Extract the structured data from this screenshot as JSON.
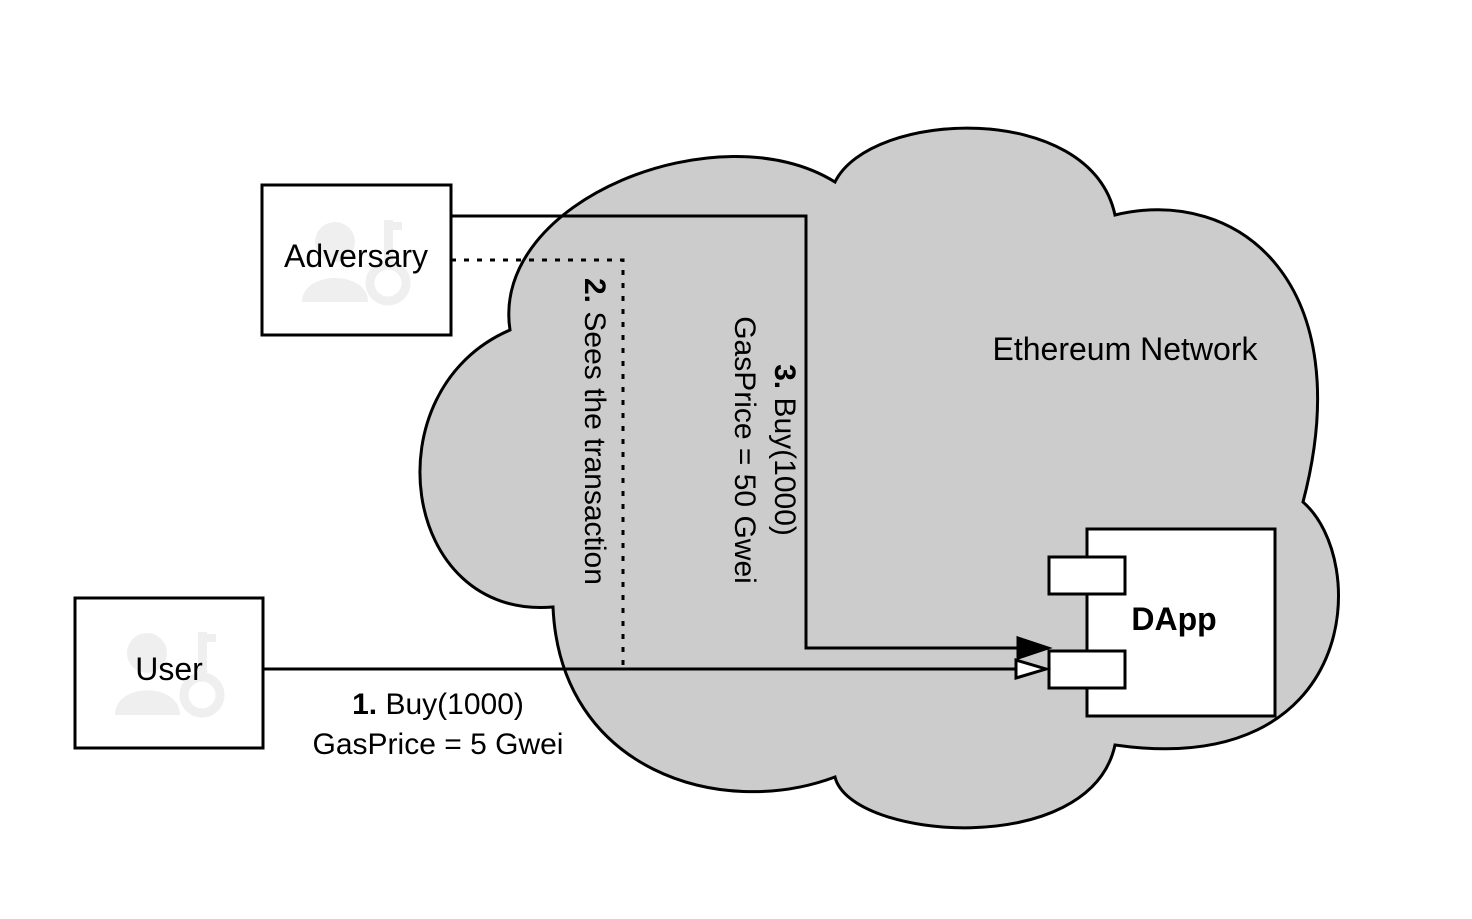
{
  "network": {
    "label": "Ethereum Network"
  },
  "actors": {
    "adversary": {
      "label": "Adversary",
      "icon": "user-key-icon"
    },
    "user": {
      "label": "User",
      "icon": "user-key-icon"
    }
  },
  "dapp": {
    "label": "DApp"
  },
  "steps": {
    "step1": {
      "number": "1.",
      "line1": "Buy(1000)",
      "line2": "GasPrice = 5 Gwei"
    },
    "step2": {
      "number": "2.",
      "line1": "Sees the transaction"
    },
    "step3": {
      "number": "3.",
      "line1": "Buy(1000)",
      "line2": "GasPrice = 50 Gwei"
    }
  },
  "colors": {
    "cloud_fill": "#cccccc",
    "stroke": "#000000",
    "icon": "#efefef",
    "box_fill": "#ffffff"
  }
}
